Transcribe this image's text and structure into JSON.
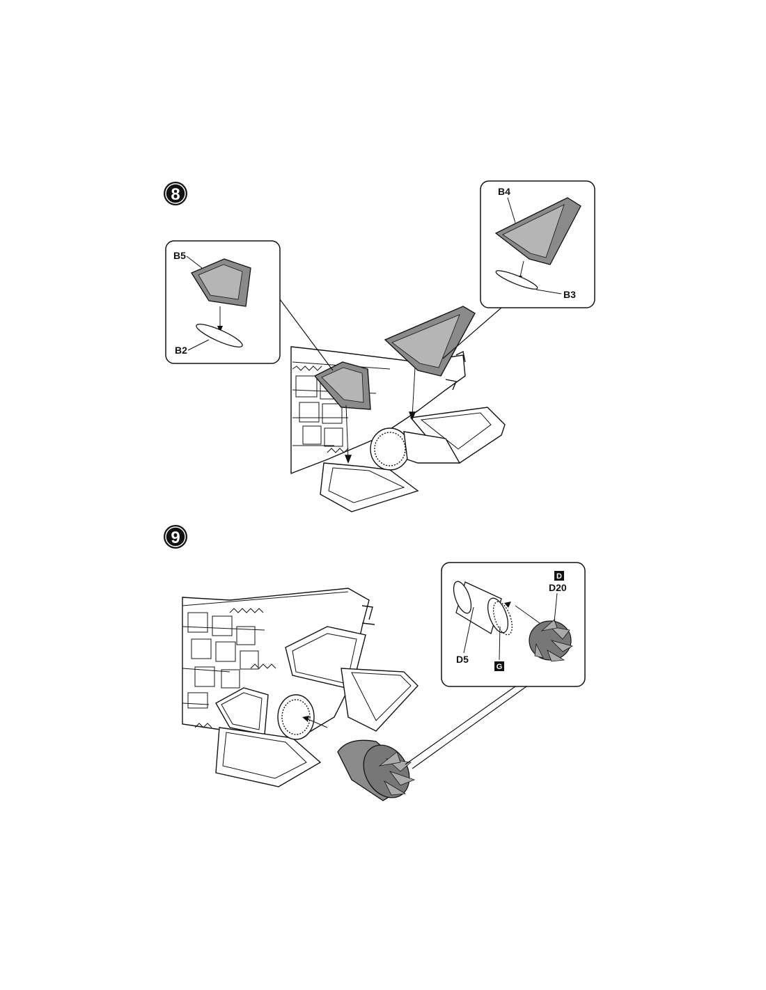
{
  "steps": [
    {
      "number": "8",
      "detail_left": {
        "part_top": "B5",
        "part_bottom": "B2"
      },
      "detail_right": {
        "part_top": "B4",
        "part_bottom": "B3"
      }
    },
    {
      "number": "9",
      "detail": {
        "sprue_box_top": "D",
        "part_top": "D20",
        "part_left": "D5",
        "sprue_box_bottom": "G"
      }
    }
  ],
  "colors": {
    "line": "#111111",
    "part_fill": "#8a8a8a",
    "part_fill_light": "#b5b5b5",
    "paper": "#ffffff"
  }
}
